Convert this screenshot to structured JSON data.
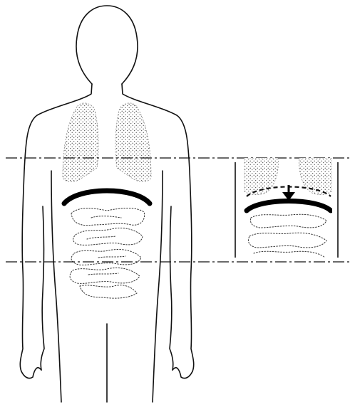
{
  "figure": {
    "description_text": "",
    "colors": {
      "background": "#ffffff",
      "ink": "#111111",
      "diaphragm": "#000000",
      "stipple": "#555555"
    },
    "elements": [
      "body-outline",
      "left-lung",
      "right-lung",
      "diaphragm",
      "intestines",
      "upper-reference-line",
      "lower-reference-line",
      "inset-diaphragm-movement",
      "downward-arrow"
    ]
  }
}
